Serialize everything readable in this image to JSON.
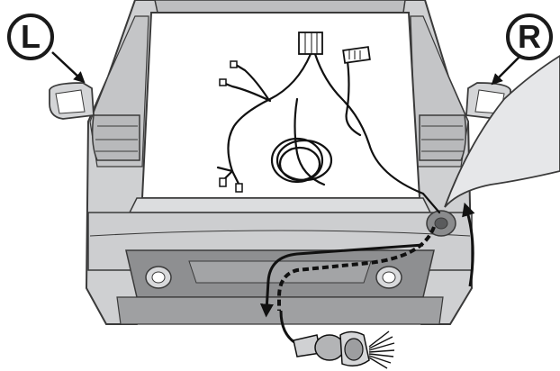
{
  "labels": {
    "left_side": "L",
    "right_side": "R"
  },
  "colors": {
    "body": "#cfd0d2",
    "body_shadow": "#b4b6b8",
    "trunk_interior": "#ffffff",
    "lower_bumper": "#8e8f91",
    "outline": "#3a3a3a",
    "cable": "#111111",
    "route_arrow": "#111111",
    "cover_panel": "#e6e7e9"
  },
  "components": {
    "harness": "wiring-harness",
    "socket": "tow-socket",
    "grommet": "cable-grommet",
    "routing": "cable-routing-arrows"
  }
}
